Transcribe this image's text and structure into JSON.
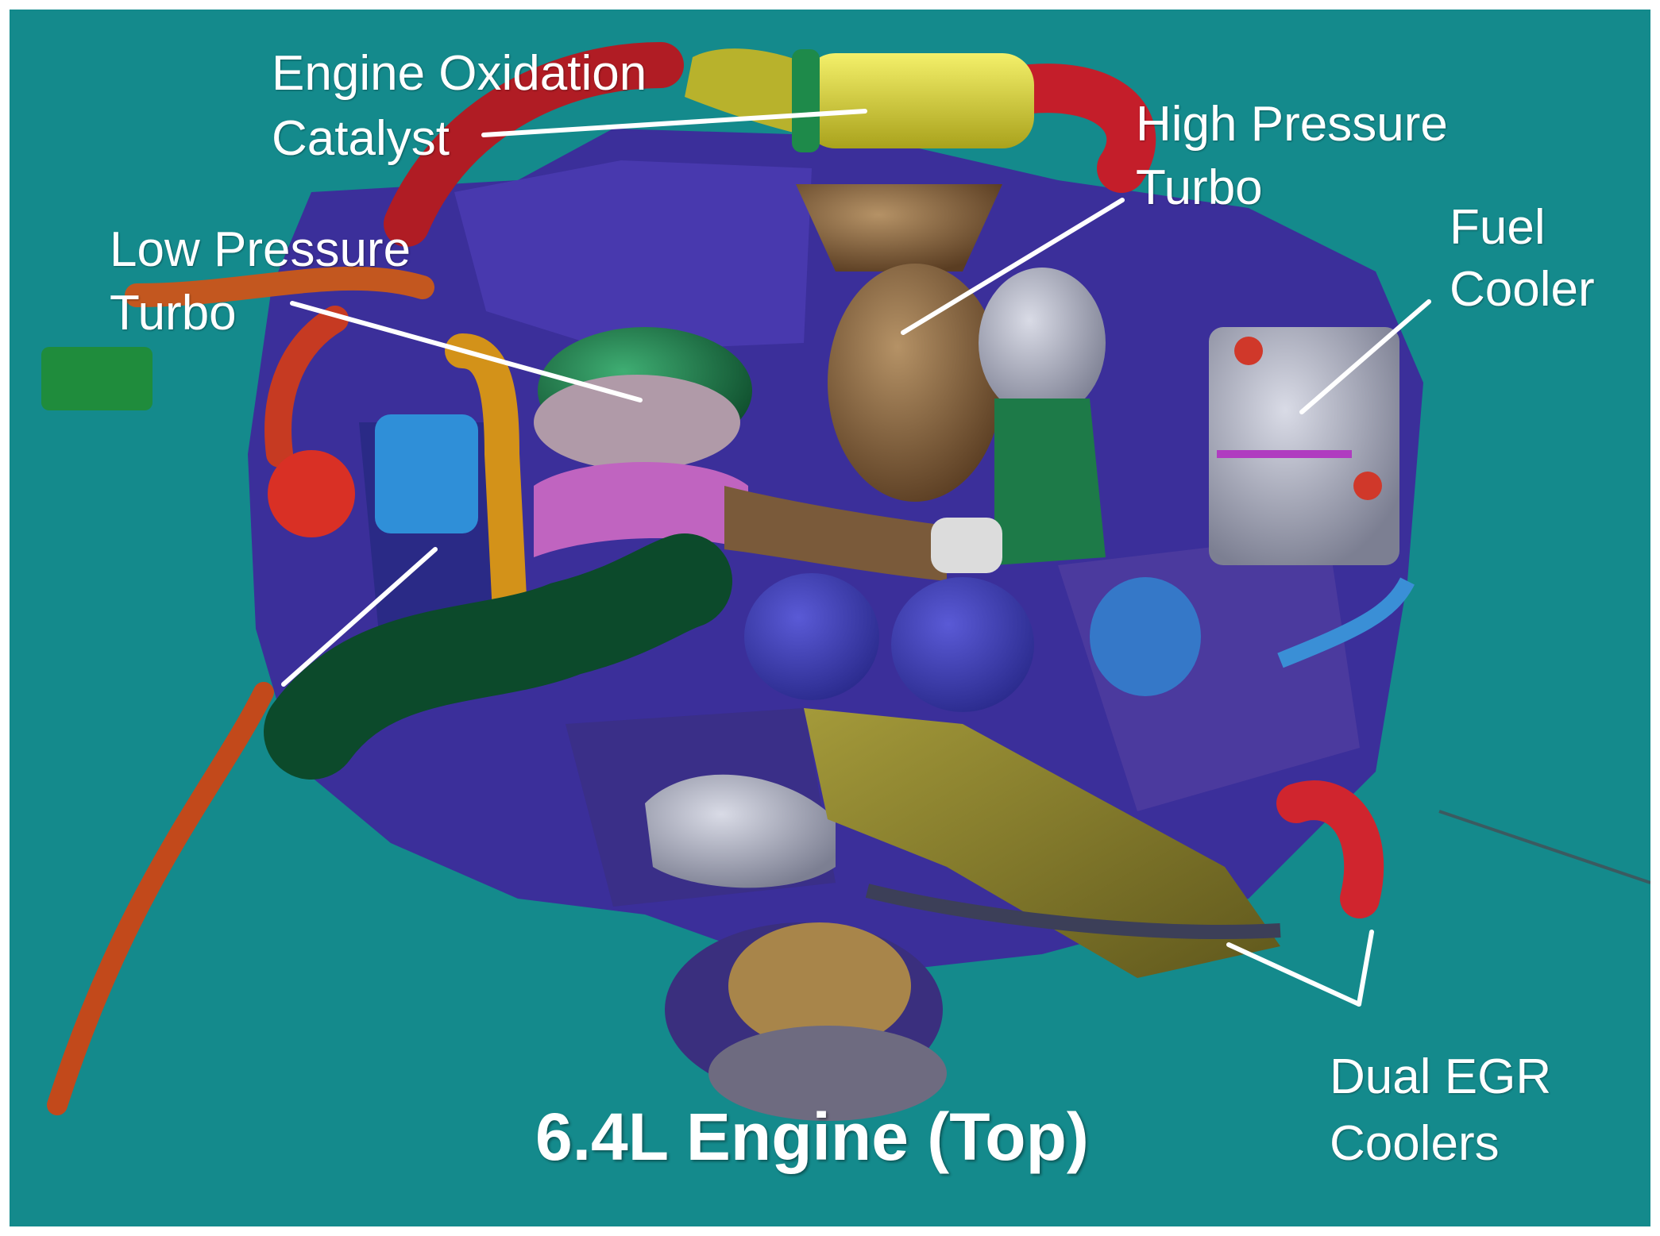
{
  "labels": {
    "oxidation_catalyst": [
      "Engine Oxidation",
      "Catalyst"
    ],
    "high_pressure_turbo": [
      "High Pressure",
      "Turbo"
    ],
    "fuel_cooler": [
      "Fuel",
      "Cooler"
    ],
    "low_pressure_turbo": [
      "Low Pressure",
      "Turbo"
    ],
    "dual_egr_coolers": [
      "Dual EGR",
      "Coolers"
    ]
  },
  "caption": "6.4L Engine (Top)",
  "colors": {
    "background": "#148a8c",
    "frame": "#ffffff",
    "label_text": "#ffffff",
    "leader_line": "#ffffff"
  }
}
